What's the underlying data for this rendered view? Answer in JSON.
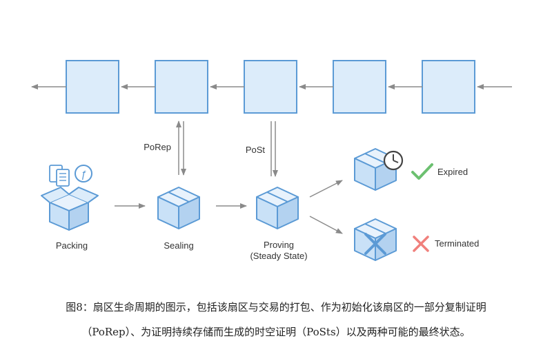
{
  "colors": {
    "block_stroke": "#5b9ad5",
    "block_fill": "#dcecfa",
    "cube_front": "#c9e1f7",
    "cube_top": "#e8f2fc",
    "cube_side": "#b3d2f0",
    "arrow": "#8a8a8a",
    "check": "#6cc070",
    "cross": "#f0807c",
    "text": "#333333"
  },
  "stages": {
    "packing": "Packing",
    "sealing": "Sealing",
    "proving": "Proving",
    "proving_sub": "(Steady State)"
  },
  "proofs": {
    "porep": "PoRep",
    "post": "PoSt"
  },
  "outcomes": {
    "expired": "Expired",
    "terminated": "Terminated"
  },
  "icons": {
    "documents": "documents-icon",
    "filecoin": "filecoin-icon",
    "clock": "clock-icon",
    "check": "check-icon",
    "cross": "cross-icon"
  },
  "caption": {
    "line1": "图8：扇区生命周期的图示，包括该扇区与交易的打包、作为初始化该扇区的一部分复制证明",
    "line2": "（PoRep）、为证明持续存储而生成的时空证明（PoSts）以及两种可能的最终状态。"
  }
}
